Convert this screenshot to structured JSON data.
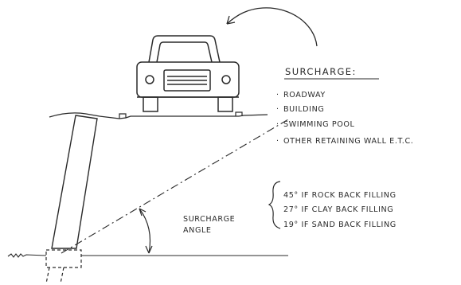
{
  "surcharge": {
    "title": "SURCHARGE:",
    "items": [
      "ROADWAY",
      "BUILDING",
      "SWIMMING POOL",
      "OTHER RETAINING WALL E.T.C."
    ],
    "bullet": "·"
  },
  "angle_label": {
    "line1": "SURCHARGE",
    "line2": "ANGLE"
  },
  "backfill": [
    "45° IF ROCK BACK FILLING",
    "27° IF CLAY BACK FILLING",
    "19° IF SAND BACK FILLING"
  ],
  "colors": {
    "ink": "#2a2a2a",
    "background": "#ffffff"
  }
}
